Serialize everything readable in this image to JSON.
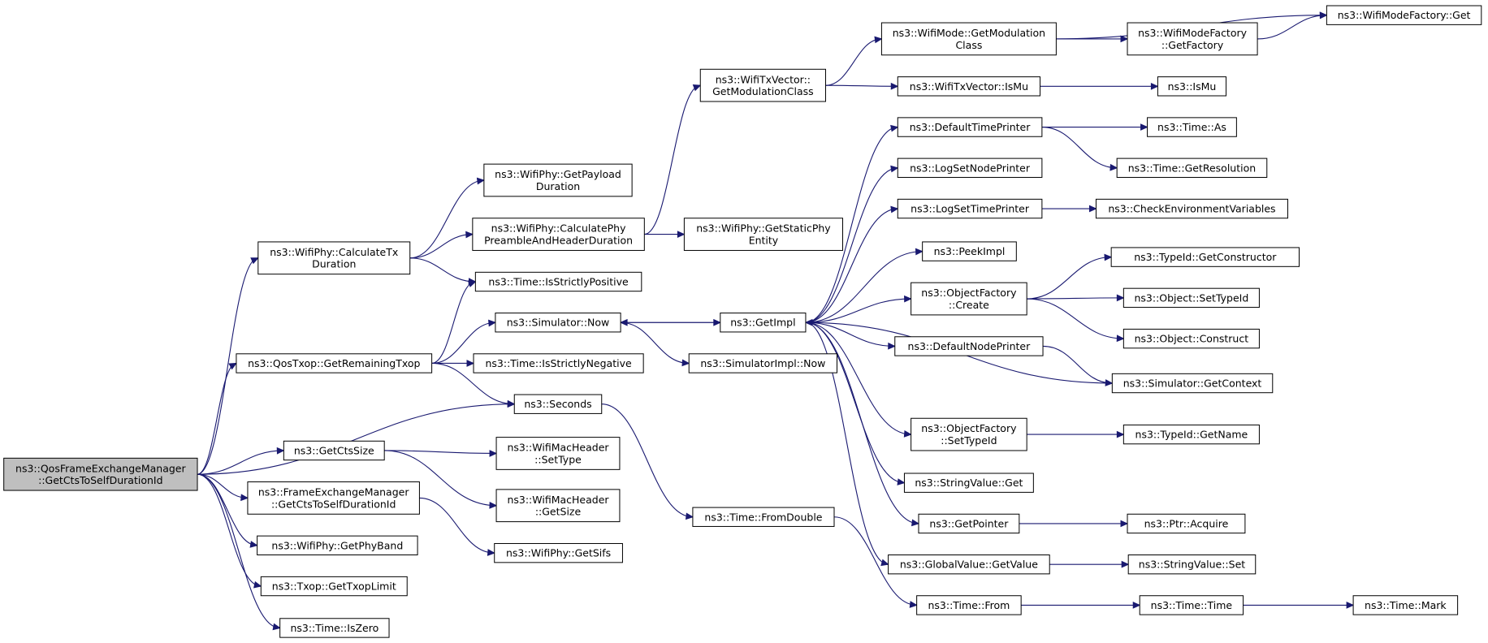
{
  "diagram": {
    "type": "call-graph",
    "colors": {
      "edge": "#191970",
      "node_border": "#000000",
      "truncated_border": "#ff0000",
      "root_fill": "#bfbfbf"
    },
    "nodes": {
      "root": {
        "lines": [
          "ns3::QosFrameExchangeManager",
          "::GetCtsToSelfDurationId"
        ],
        "style": "root"
      },
      "calcTx": {
        "lines": [
          "ns3::WifiPhy::CalculateTx",
          "Duration"
        ]
      },
      "remTxop": {
        "lines": [
          "ns3::QosTxop::GetRemainingTxop"
        ]
      },
      "getCtsSize": {
        "lines": [
          "ns3::GetCtsSize"
        ]
      },
      "femCts": {
        "lines": [
          "ns3::FrameExchangeManager",
          "::GetCtsToSelfDurationId"
        ]
      },
      "phyBand": {
        "lines": [
          "ns3::WifiPhy::GetPhyBand"
        ]
      },
      "txopLimit": {
        "lines": [
          "ns3::Txop::GetTxopLimit"
        ]
      },
      "isZero": {
        "lines": [
          "ns3::Time::IsZero"
        ]
      },
      "payloadDur": {
        "lines": [
          "ns3::WifiPhy::GetPayload",
          "Duration"
        ]
      },
      "preambleDur": {
        "lines": [
          "ns3::WifiPhy::CalculatePhy",
          "PreambleAndHeaderDuration"
        ]
      },
      "strictPos": {
        "lines": [
          "ns3::Time::IsStrictlyPositive"
        ]
      },
      "simNow": {
        "lines": [
          "ns3::Simulator::Now"
        ]
      },
      "strictNeg": {
        "lines": [
          "ns3::Time::IsStrictlyNegative"
        ]
      },
      "seconds": {
        "lines": [
          "ns3::Seconds"
        ]
      },
      "macSetType": {
        "lines": [
          "ns3::WifiMacHeader",
          "::SetType"
        ]
      },
      "macGetSize": {
        "lines": [
          "ns3::WifiMacHeader",
          "::GetSize"
        ]
      },
      "getSifs": {
        "lines": [
          "ns3::WifiPhy::GetSifs"
        ]
      },
      "txvMod": {
        "lines": [
          "ns3::WifiTxVector::",
          "GetModulationClass"
        ]
      },
      "staticPhy": {
        "lines": [
          "ns3::WifiPhy::GetStaticPhy",
          "Entity"
        ]
      },
      "getImpl": {
        "lines": [
          "ns3::GetImpl"
        ]
      },
      "implNow": {
        "lines": [
          "ns3::SimulatorImpl::Now"
        ]
      },
      "fromDouble": {
        "lines": [
          "ns3::Time::FromDouble"
        ]
      },
      "modeMod": {
        "lines": [
          "ns3::WifiMode::GetModulation",
          "Class"
        ]
      },
      "txvIsMu": {
        "lines": [
          "ns3::WifiTxVector::IsMu"
        ]
      },
      "defTimePrinter": {
        "lines": [
          "ns3::DefaultTimePrinter"
        ]
      },
      "logNodePrinter": {
        "lines": [
          "ns3::LogSetNodePrinter"
        ]
      },
      "logTimePrinter": {
        "lines": [
          "ns3::LogSetTimePrinter"
        ]
      },
      "peekImpl": {
        "lines": [
          "ns3::PeekImpl"
        ]
      },
      "ofCreate": {
        "lines": [
          "ns3::ObjectFactory",
          "::Create"
        ]
      },
      "defNodePrinter": {
        "lines": [
          "ns3::DefaultNodePrinter"
        ]
      },
      "ofSetTypeId": {
        "lines": [
          "ns3::ObjectFactory",
          "::SetTypeId"
        ]
      },
      "strValGet": {
        "lines": [
          "ns3::StringValue::Get"
        ]
      },
      "getPointer": {
        "lines": [
          "ns3::GetPointer"
        ]
      },
      "gvGetValue": {
        "lines": [
          "ns3::GlobalValue::GetValue"
        ]
      },
      "timeFrom": {
        "lines": [
          "ns3::Time::From"
        ]
      },
      "modeFactoryGet": {
        "lines": [
          "ns3::WifiModeFactory::Get"
        ]
      },
      "modeFactoryGetFactory": {
        "lines": [
          "ns3::WifiModeFactory",
          "::GetFactory"
        ],
        "style": "truncated"
      },
      "isMu": {
        "lines": [
          "ns3::IsMu"
        ],
        "style": "truncated"
      },
      "timeAs": {
        "lines": [
          "ns3::Time::As"
        ]
      },
      "getResolution": {
        "lines": [
          "ns3::Time::GetResolution"
        ],
        "style": "truncated"
      },
      "checkEnv": {
        "lines": [
          "ns3::CheckEnvironmentVariables"
        ],
        "style": "truncated"
      },
      "getConstructor": {
        "lines": [
          "ns3::TypeId::GetConstructor"
        ],
        "style": "truncated"
      },
      "objSetTypeId": {
        "lines": [
          "ns3::Object::SetTypeId"
        ],
        "style": "truncated"
      },
      "objConstruct": {
        "lines": [
          "ns3::Object::Construct"
        ],
        "style": "truncated"
      },
      "getContext": {
        "lines": [
          "ns3::Simulator::GetContext"
        ],
        "style": "truncated"
      },
      "typeIdGetName": {
        "lines": [
          "ns3::TypeId::GetName"
        ],
        "style": "truncated"
      },
      "ptrAcquire": {
        "lines": [
          "ns3::Ptr::Acquire"
        ]
      },
      "strValSet": {
        "lines": [
          "ns3::StringValue::Set"
        ]
      },
      "timeTime": {
        "lines": [
          "ns3::Time::Time"
        ]
      },
      "timeMark": {
        "lines": [
          "ns3::Time::Mark"
        ],
        "style": "truncated"
      }
    },
    "edges": [
      [
        "root",
        "calcTx"
      ],
      [
        "root",
        "remTxop"
      ],
      [
        "root",
        "seconds"
      ],
      [
        "root",
        "getCtsSize"
      ],
      [
        "root",
        "femCts"
      ],
      [
        "root",
        "phyBand"
      ],
      [
        "root",
        "txopLimit"
      ],
      [
        "root",
        "isZero"
      ],
      [
        "calcTx",
        "payloadDur"
      ],
      [
        "calcTx",
        "preambleDur"
      ],
      [
        "calcTx",
        "strictPos"
      ],
      [
        "remTxop",
        "strictPos"
      ],
      [
        "remTxop",
        "simNow"
      ],
      [
        "remTxop",
        "strictNeg"
      ],
      [
        "remTxop",
        "seconds"
      ],
      [
        "getCtsSize",
        "macSetType"
      ],
      [
        "getCtsSize",
        "macGetSize"
      ],
      [
        "femCts",
        "getSifs"
      ],
      [
        "preambleDur",
        "txvMod"
      ],
      [
        "preambleDur",
        "staticPhy"
      ],
      [
        "simNow",
        "getImpl"
      ],
      [
        "simNow",
        "implNow"
      ],
      [
        "seconds",
        "fromDouble"
      ],
      [
        "txvMod",
        "modeMod"
      ],
      [
        "txvMod",
        "txvIsMu"
      ],
      [
        "getImpl",
        "defTimePrinter"
      ],
      [
        "getImpl",
        "logNodePrinter"
      ],
      [
        "getImpl",
        "logTimePrinter"
      ],
      [
        "getImpl",
        "peekImpl"
      ],
      [
        "getImpl",
        "ofCreate"
      ],
      [
        "getImpl",
        "defNodePrinter"
      ],
      [
        "getImpl",
        "ofSetTypeId"
      ],
      [
        "getImpl",
        "strValGet"
      ],
      [
        "getImpl",
        "getPointer"
      ],
      [
        "getImpl",
        "gvGetValue"
      ],
      [
        "getImpl",
        "simNow"
      ],
      [
        "getContext",
        "getImpl"
      ],
      [
        "fromDouble",
        "timeFrom"
      ],
      [
        "modeMod",
        "modeFactoryGet"
      ],
      [
        "modeMod",
        "modeFactoryGetFactory"
      ],
      [
        "modeFactoryGetFactory",
        "modeFactoryGet"
      ],
      [
        "txvIsMu",
        "isMu"
      ],
      [
        "defTimePrinter",
        "timeAs"
      ],
      [
        "defTimePrinter",
        "getResolution"
      ],
      [
        "logTimePrinter",
        "checkEnv"
      ],
      [
        "ofCreate",
        "getConstructor"
      ],
      [
        "ofCreate",
        "objSetTypeId"
      ],
      [
        "ofCreate",
        "objConstruct"
      ],
      [
        "defNodePrinter",
        "getContext"
      ],
      [
        "ofSetTypeId",
        "typeIdGetName"
      ],
      [
        "getPointer",
        "ptrAcquire"
      ],
      [
        "gvGetValue",
        "strValSet"
      ],
      [
        "timeFrom",
        "timeTime"
      ],
      [
        "timeTime",
        "timeMark"
      ]
    ]
  }
}
